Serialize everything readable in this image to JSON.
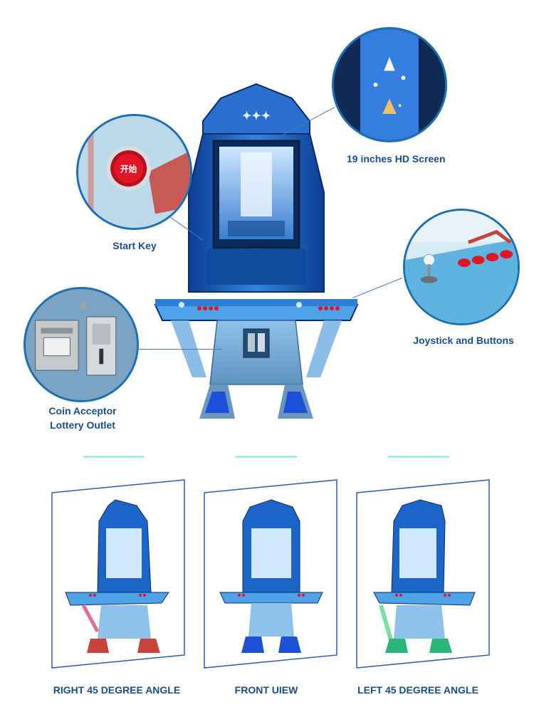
{
  "callouts": {
    "hd_screen": {
      "label": "19 inches HD Screen"
    },
    "start_key": {
      "label": "Start Key",
      "button_text": "开始"
    },
    "joystick": {
      "label": "Joystick and Buttons"
    },
    "coin": {
      "label_line1": "Coin Acceptor",
      "label_line2": "Lottery Outlet"
    }
  },
  "views": [
    {
      "label": "RIGHT 45 DEGREE ANGLE"
    },
    {
      "label": "FRONT UIEW"
    },
    {
      "label": "LEFT 45 DEGREE ANGLE"
    }
  ],
  "colors": {
    "label": "#1a4e8a",
    "frame_line": "#2d5bb8",
    "divider": "#a6ece9",
    "cabinet_blue": "#1d64c9",
    "cabinet_light": "#8fc2ea",
    "button_red": "#e01626"
  }
}
